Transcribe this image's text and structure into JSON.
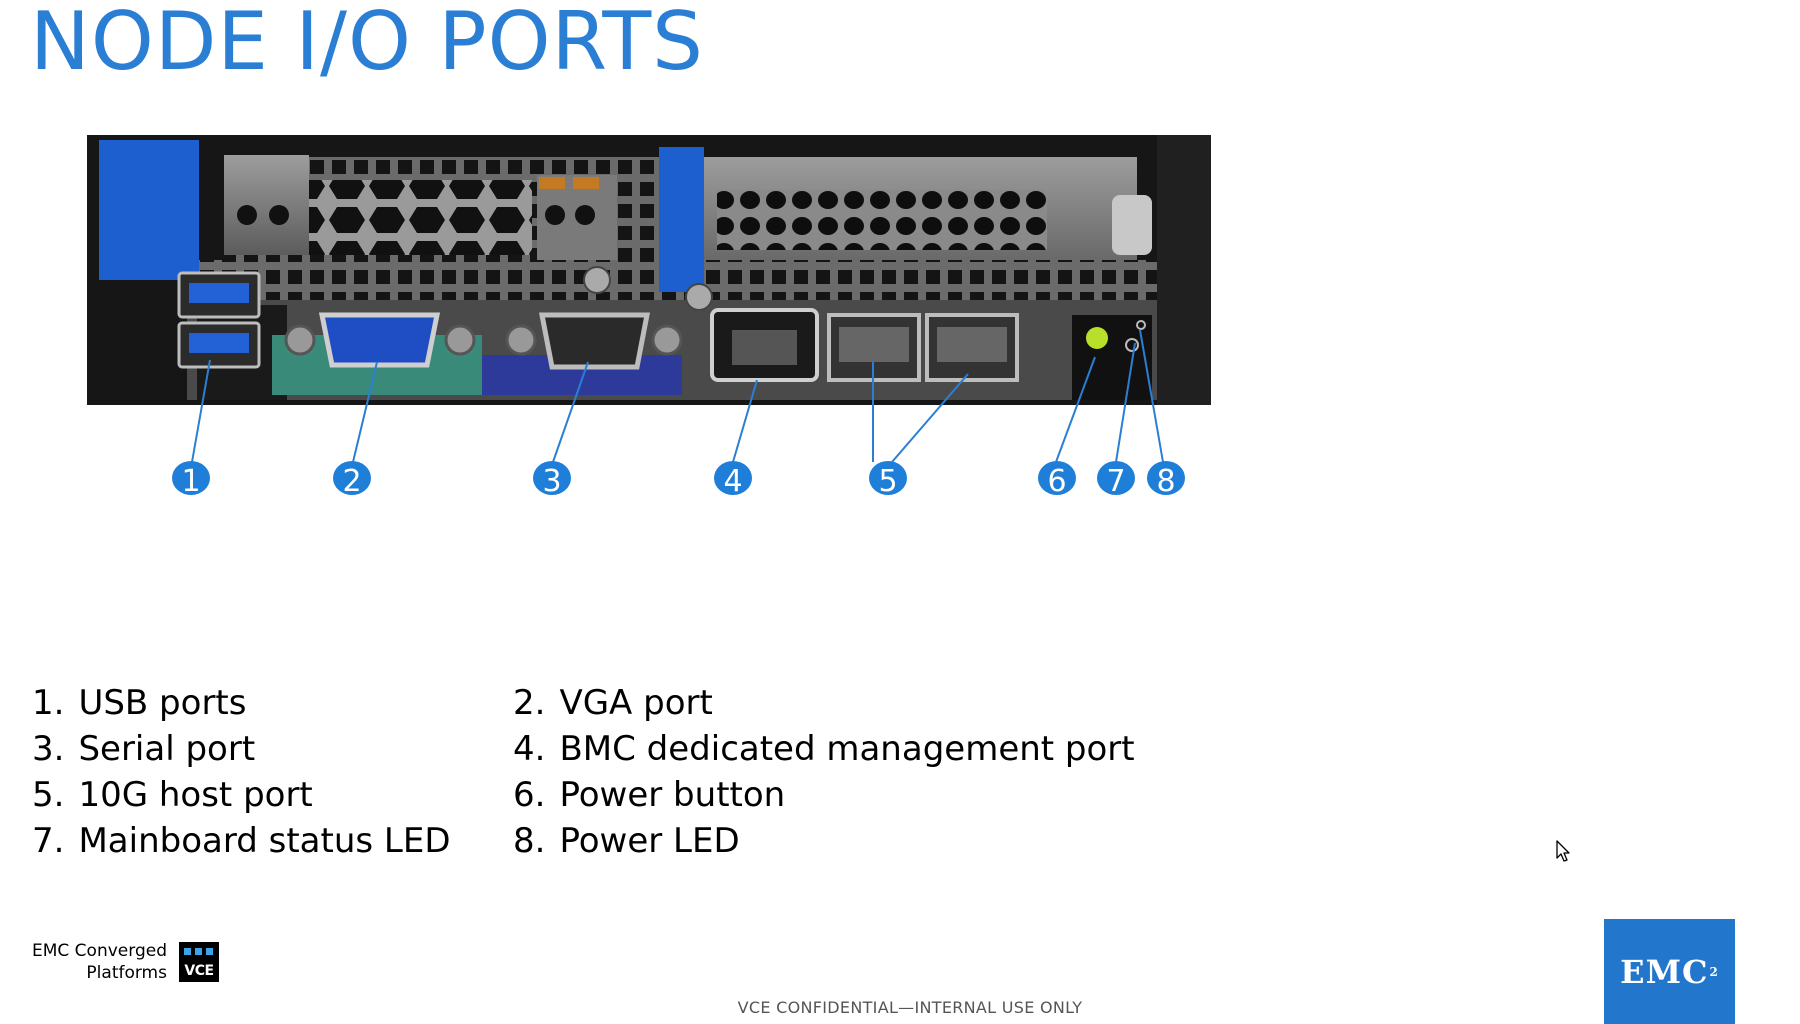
{
  "title": "NODE I/O PORTS",
  "callouts": [
    "1",
    "2",
    "3",
    "4",
    "5",
    "6",
    "7",
    "8"
  ],
  "legend": [
    {
      "num": "1.",
      "label": "USB ports"
    },
    {
      "num": "2.",
      "label": "VGA port"
    },
    {
      "num": "3.",
      "label": "Serial port"
    },
    {
      "num": "4.",
      "label": "BMC dedicated management port"
    },
    {
      "num": "5.",
      "label": "10G host port"
    },
    {
      "num": "6.",
      "label": "Power button"
    },
    {
      "num": "7.",
      "label": "Mainboard status LED"
    },
    {
      "num": "8.",
      "label": "Power LED"
    }
  ],
  "footer": {
    "brand_line1": "EMC Converged",
    "brand_line2": "Platforms",
    "vce_logo_text": "VCE",
    "confidential": "VCE CONFIDENTIAL—INTERNAL USE ONLY",
    "emc_logo_text": "EMC",
    "emc_logo_sup": "2"
  },
  "colors": {
    "title": "#2a7fd4",
    "callout_fill": "#1f7fd8",
    "emc_brand": "#2277cc"
  },
  "icons": [
    "mouse-pointer-icon"
  ]
}
